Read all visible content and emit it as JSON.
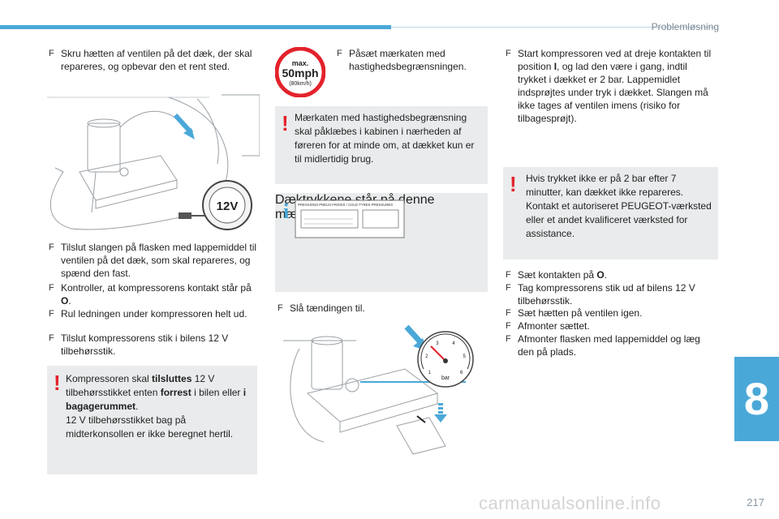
{
  "header": {
    "section": "Problemløsning"
  },
  "page": {
    "number": "217",
    "chapter": "8",
    "watermark": "carmanualsonline.info"
  },
  "col1": {
    "b1": "Skru hætten af ventilen på det dæk, der skal repareres, og opbevar den et rent sted.",
    "b2": "Tilslut slangen på flasken med lappemiddel til ventilen på det dæk, som skal repareres, og spænd den fast.",
    "b3_pre": "Kontroller, at kompressorens kontakt står på ",
    "b3_bold": "O",
    "b3_post": ".",
    "b4": "Rul ledningen under kompressoren helt ud.",
    "b5": "Tilslut kompressorens stik i bilens 12 V tilbehørsstik.",
    "warn": {
      "t1": "Kompressoren skal ",
      "t1b": "tilsluttes",
      "t2": " 12 V tilbehørsstikket enten ",
      "t2b": "forrest",
      "t3": " i bilen eller ",
      "t3b": "i bagagerummet",
      "t4": ".",
      "t5": "12 V tilbehørsstikket bag på midterkonsollen er ikke beregnet hertil."
    },
    "illus_label": "12V"
  },
  "col2": {
    "sign": {
      "top": "max.",
      "speed": "50mph",
      "kmh": "(80km/h)"
    },
    "b1": "Påsæt mærkaten med hastighedsbegrænsningen.",
    "warn": "Mærkaten med hastighedsbegrænsning skal påklæbes i kabinen i nærheden af føreren for at minde om, at dækket kun er til midlertidig brug.",
    "label_header": "PRESSIONS PNEUS FROIDS / COLD TYRES PRESSURES",
    "info": "Dæktrykkene står på denne mærkat.",
    "b2": "Slå tændingen til.",
    "gauge_unit": "bar",
    "gauge_ticks": [
      "1",
      "2",
      "3",
      "4",
      "5",
      "6"
    ]
  },
  "col3": {
    "b1_pre": "Start kompressoren ved at dreje kontakten til position ",
    "b1_bold": "I",
    "b1_post": ", og lad den være i gang, indtil trykket i dækket er 2 bar. Lappemidlet indsprøjtes under tryk i dækket. Slangen må ikke tages af ventilen imens (risiko for tilbagesprøjt).",
    "warn": "Hvis trykket ikke er på 2 bar efter 7 minutter, kan dækket ikke repareres. Kontakt et autoriseret PEUGEOT-værksted eller et andet kvalificeret værksted for assistance.",
    "b2_pre": "Sæt kontakten på ",
    "b2_bold": "O",
    "b2_post": ".",
    "b3": "Tag kompressorens stik ud af bilens 12 V tilbehørsstik.",
    "b4": "Sæt hætten på ventilen igen.",
    "b5": "Afmonter sættet.",
    "b6": "Afmonter flasken med lappemiddel og læg den på plads."
  },
  "bullet_marker": "F",
  "colors": {
    "accent": "#4aa8d8",
    "warning": "#e3222b",
    "box": "#e9ebec"
  }
}
